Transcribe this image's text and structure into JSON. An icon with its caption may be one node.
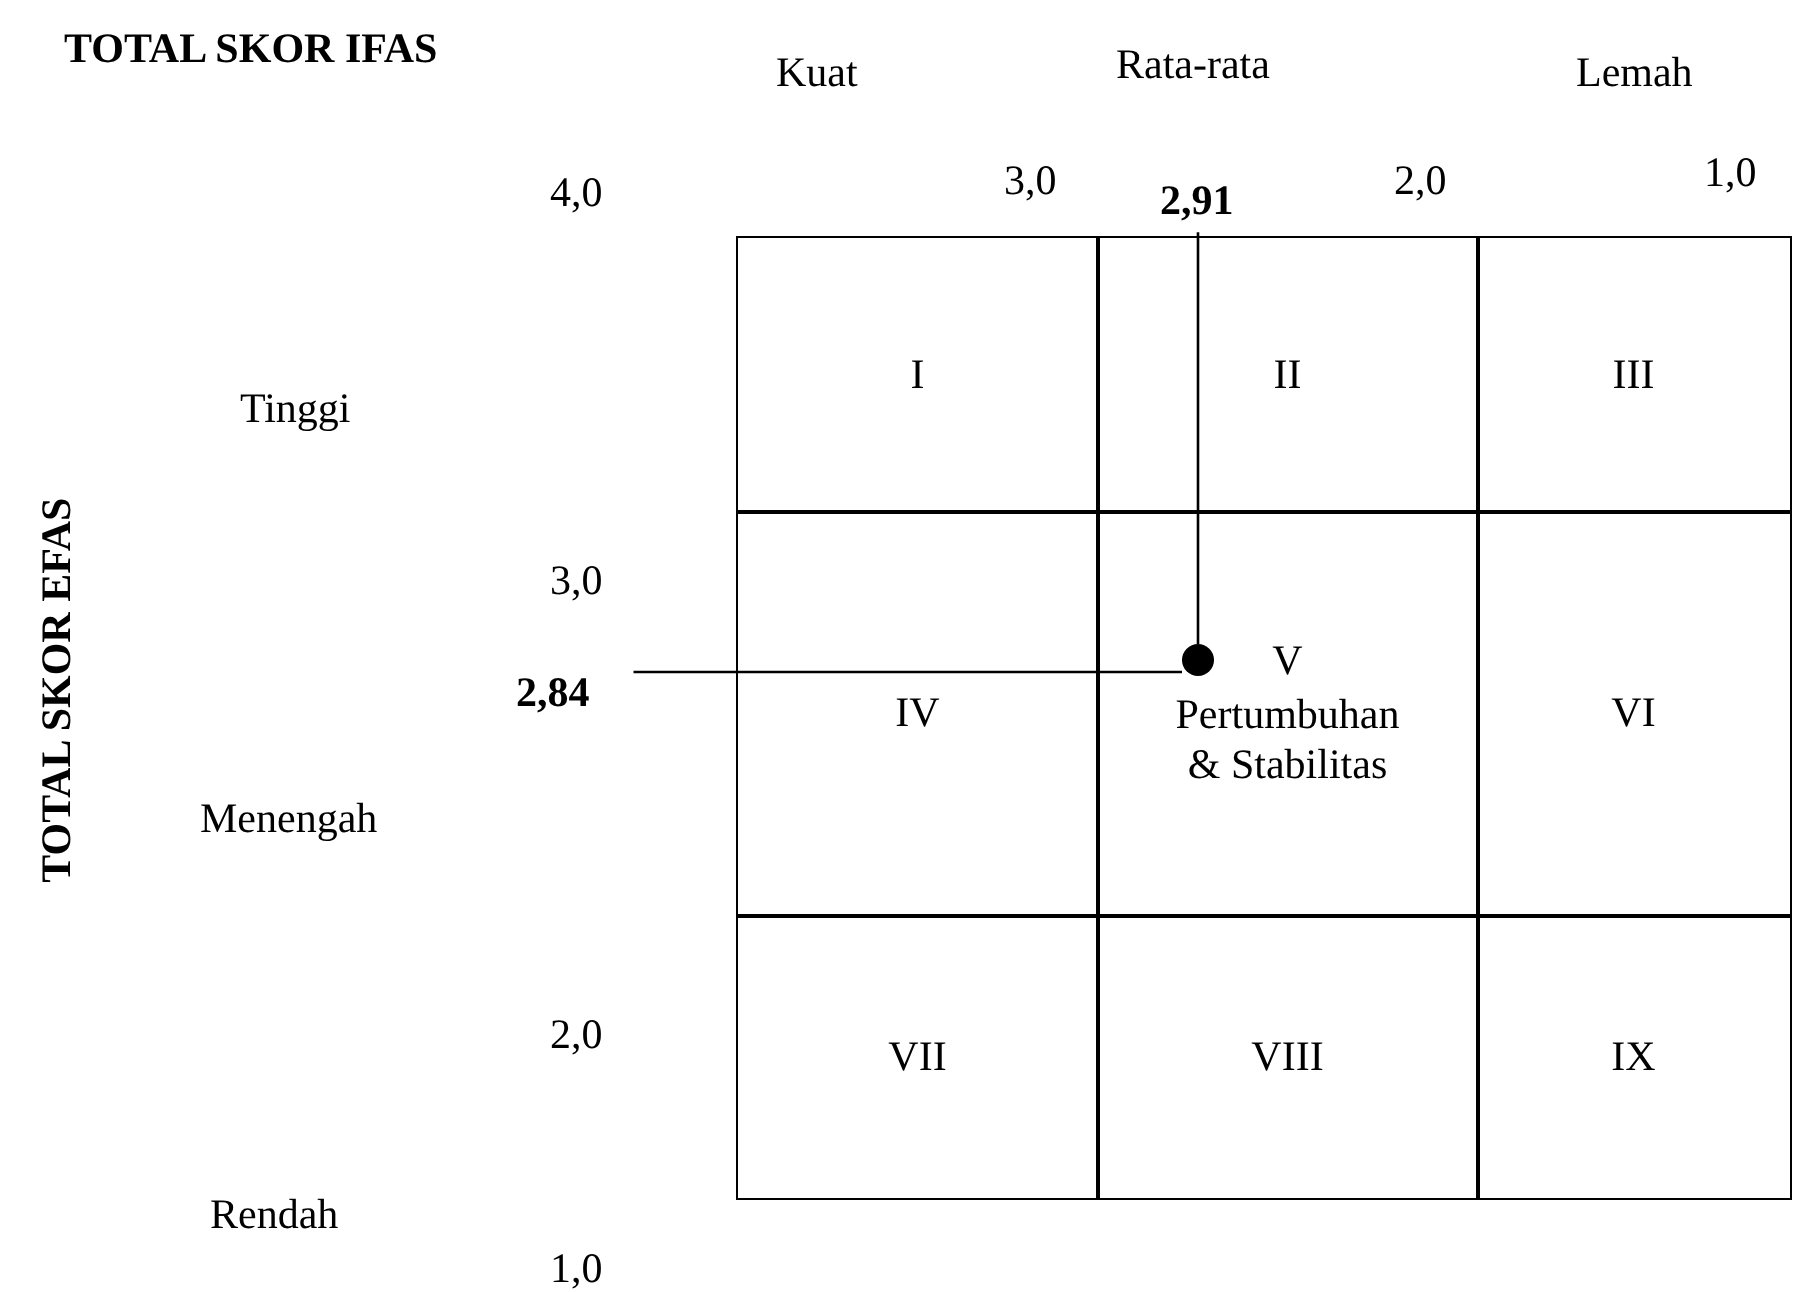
{
  "diagram": {
    "nodes": [
      {
        "text": [
          "I"
        ]
      },
      {
        "text": [
          "II"
        ]
      },
      {
        "text": [
          "III"
        ]
      },
      {
        "text": [
          "IV"
        ]
      },
      {
        "text": [
          "V",
          "Pertumbuhan & Stabilitas"
        ]
      },
      {
        "text": [
          "VI"
        ]
      },
      {
        "text": [
          "VII"
        ]
      },
      {
        "text": [
          "VIII"
        ]
      },
      {
        "text": [
          "IX"
        ]
      },
      {
        "text": [],
        "shape": "circle",
        "in": 4
      },
      {
        "text": [
          "2,91"
        ]
      },
      {
        "text": [
          "2,84"
        ]
      }
    ],
    "edges": [
      {
        "from": 10,
        "to": 9,
        "arrow": "none"
      },
      {
        "from": 11,
        "to": 9,
        "arrow": "none"
      }
    ],
    "labels": [
      "TOTAL SKOR IFAS",
      "Kuat",
      "Rata-rata",
      "Lemah",
      "4,0",
      "3,0",
      "2,0",
      "1,0",
      "Tinggi",
      "TOTAL SKOR EFAS",
      "3,0",
      "Menengah",
      "2,0",
      "Rendah",
      "1,0"
    ]
  }
}
